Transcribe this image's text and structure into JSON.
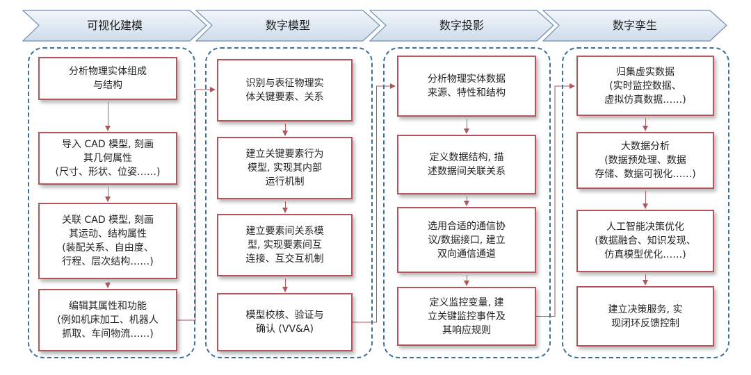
{
  "stages": [
    {
      "title": "可视化建模",
      "boxes": [
        [
          "分析物理实体组成",
          "与结构"
        ],
        [
          "导入 CAD 模型, 刻画",
          "其几何属性",
          "(尺寸、形状、位姿……)"
        ],
        [
          "关联 CAD 模型, 刻画",
          "其运动、结构属性",
          "(装配关系、自由度、",
          "行程、层次结构……)"
        ],
        [
          "编辑其属性和功能",
          "(例如机床加工、机器人",
          "抓取、车间物流……)"
        ]
      ]
    },
    {
      "title": "数字模型",
      "boxes": [
        [
          "识别与表征物理实",
          "体关键要素、关系"
        ],
        [
          "建立关键要素行为",
          "模型, 实现其内部",
          "运行机制"
        ],
        [
          "建立要素间关系模",
          "型, 实现要素间互",
          "连接、互交互机制"
        ],
        [
          "模型校核、验证与",
          "确认 (VV&A)"
        ]
      ]
    },
    {
      "title": "数字投影",
      "boxes": [
        [
          "分析物理实体数据",
          "来源、特性和结构"
        ],
        [
          "定义数据结构, 描",
          "述数据间关联关系"
        ],
        [
          "选用合适的通信协",
          "议/数据接口, 建立",
          "双向通信通道"
        ],
        [
          "定义监控变量, 建",
          "立关键监控事件及",
          "其响应规则"
        ]
      ]
    },
    {
      "title": "数字孪生",
      "boxes": [
        [
          "归集虚实数据",
          "(实时监控数据、",
          "虚拟仿真数据……)"
        ],
        [
          "大数据分析",
          "(数据预处理、数据",
          "存储、数据可视化……)"
        ],
        [
          "人工智能决策优化",
          "(数据融合、知识发现、",
          "仿真模型优化……)"
        ],
        [
          "建立决策服务, 实",
          "现闭环反馈控制"
        ]
      ]
    }
  ],
  "colors": {
    "chevron_fill_top": "#f2f6fb",
    "chevron_fill_bottom": "#cfdcea",
    "chevron_stroke": "#6f8fb3",
    "panel_border": "#3a6f9c",
    "box_border": "#b2565b",
    "arrow": "#b2565b"
  }
}
